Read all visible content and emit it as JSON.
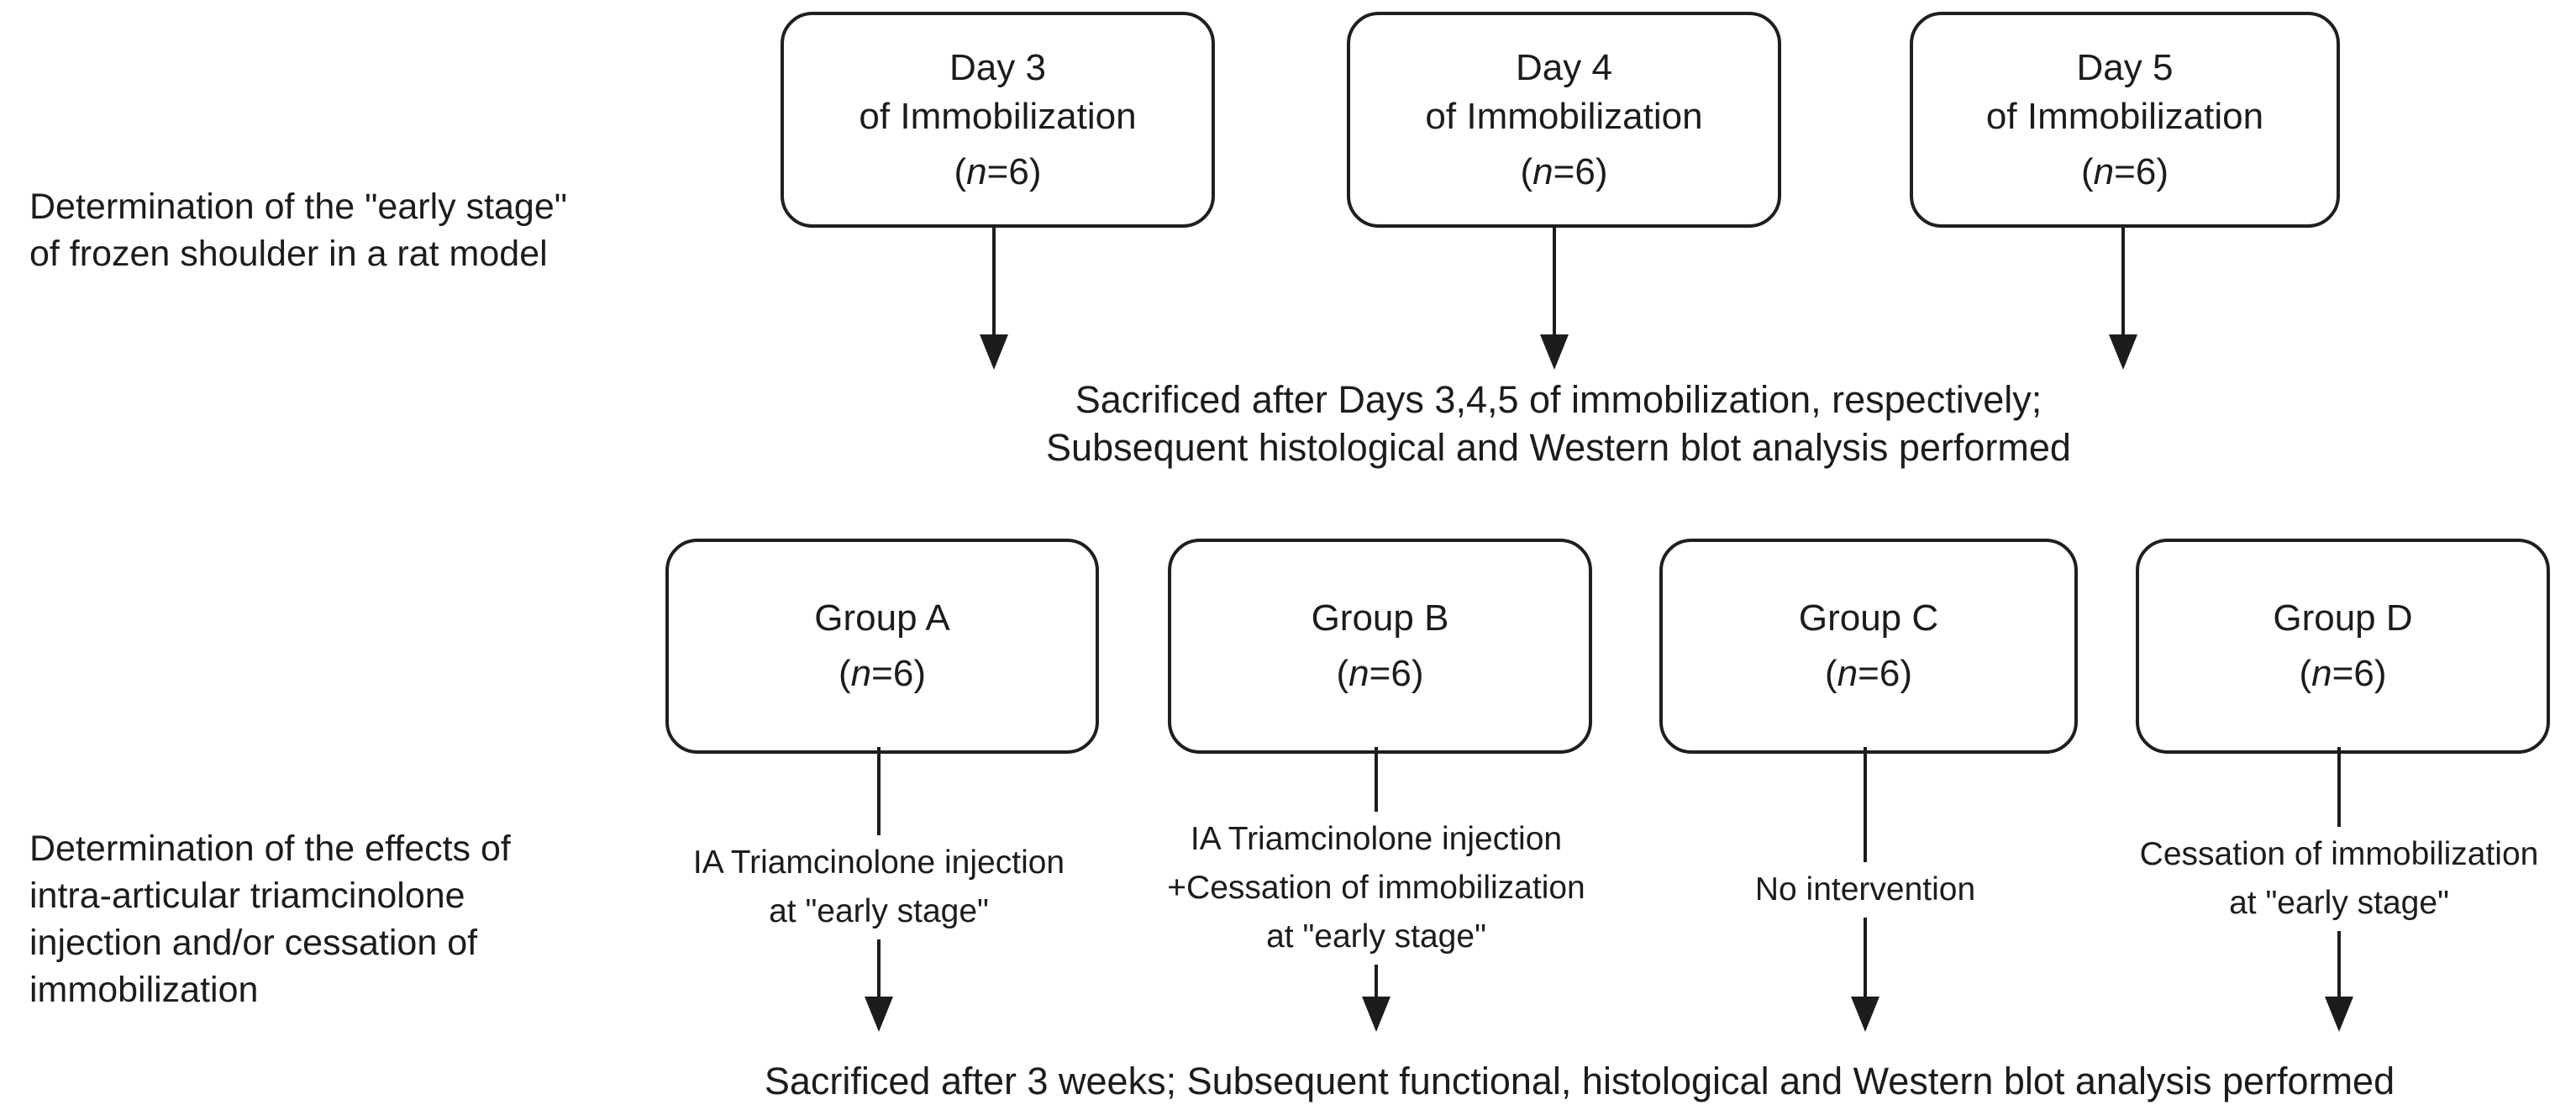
{
  "n_label": {
    "open": "(",
    "var": "n",
    "rest": "=6)"
  },
  "phase1": {
    "side_label_lines": [
      "Determination of the \"early stage\"",
      "of frozen shoulder in a rat model"
    ],
    "boxes": [
      {
        "line1": "Day 3",
        "line2": "of Immobilization"
      },
      {
        "line1": "Day 4",
        "line2": "of Immobilization"
      },
      {
        "line1": "Day 5",
        "line2": "of Immobilization"
      }
    ],
    "outcome_lines": [
      "Sacrificed after Days 3,4,5 of immobilization, respectively;",
      "Subsequent histological and Western blot analysis performed"
    ]
  },
  "phase2": {
    "side_label_lines": [
      "Determination of the effects of",
      "intra-articular triamcinolone",
      "injection and/or cessation of",
      "immobilization"
    ],
    "boxes": [
      {
        "title": "Group A",
        "intervention_lines": [
          "IA Triamcinolone injection",
          "at \"early stage\""
        ]
      },
      {
        "title": "Group B",
        "intervention_lines": [
          "IA Triamcinolone injection",
          "+Cessation of immobilization",
          "at \"early stage\""
        ]
      },
      {
        "title": "Group C",
        "intervention_lines": [
          "No intervention"
        ]
      },
      {
        "title": "Group D",
        "intervention_lines": [
          "Cessation of immobilization",
          "at \"early stage\""
        ]
      }
    ],
    "outcome": "Sacrificed after 3 weeks; Subsequent functional, histological and Western blot analysis performed"
  }
}
